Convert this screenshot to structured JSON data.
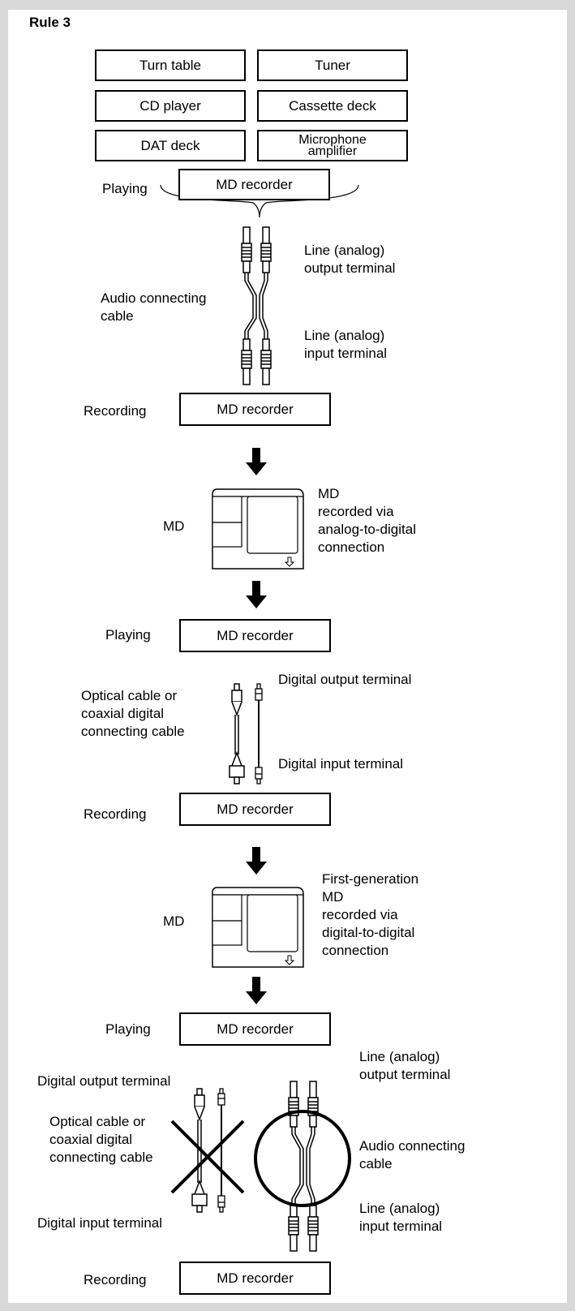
{
  "title": "Rule 3",
  "sources": {
    "turntable": "Turn table",
    "tuner": "Tuner",
    "cd_player": "CD player",
    "cassette_deck": "Cassette deck",
    "dat_deck": "DAT deck",
    "mic_amp": "Microphone\namplifier"
  },
  "stage1": {
    "playing_label": "Playing",
    "player": "MD recorder",
    "cable_label": "Audio connecting\ncable",
    "out_terminal": "Line (analog)\noutput terminal",
    "in_terminal": "Line (analog)\ninput terminal",
    "recording_label": "Recording",
    "recorder": "MD recorder",
    "md_label": "MD",
    "md_desc": "MD\nrecorded via\nanalog-to-digital\nconnection"
  },
  "stage2": {
    "playing_label": "Playing",
    "player": "MD recorder",
    "cable_label": "Optical cable or\ncoaxial digital\nconnecting cable",
    "out_terminal": "Digital output terminal",
    "in_terminal": "Digital input terminal",
    "recording_label": "Recording",
    "recorder": "MD recorder",
    "md_label": "MD",
    "md_desc": "First-generation\nMD\nrecorded via\ndigital-to-digital\nconnection"
  },
  "stage3": {
    "playing_label": "Playing",
    "player": "MD recorder",
    "digital_out": "Digital output terminal",
    "digital_cable": "Optical cable or\ncoaxial digital\nconnecting cable",
    "digital_in": "Digital input terminal",
    "analog_out": "Line (analog)\noutput terminal",
    "analog_cable": "Audio connecting\ncable",
    "analog_in": "Line (analog)\ninput terminal",
    "recording_label": "Recording",
    "recorder": "MD recorder",
    "prohibited_symbol": "cross-mark-icon",
    "allowed_symbol": "circle-mark-icon"
  }
}
